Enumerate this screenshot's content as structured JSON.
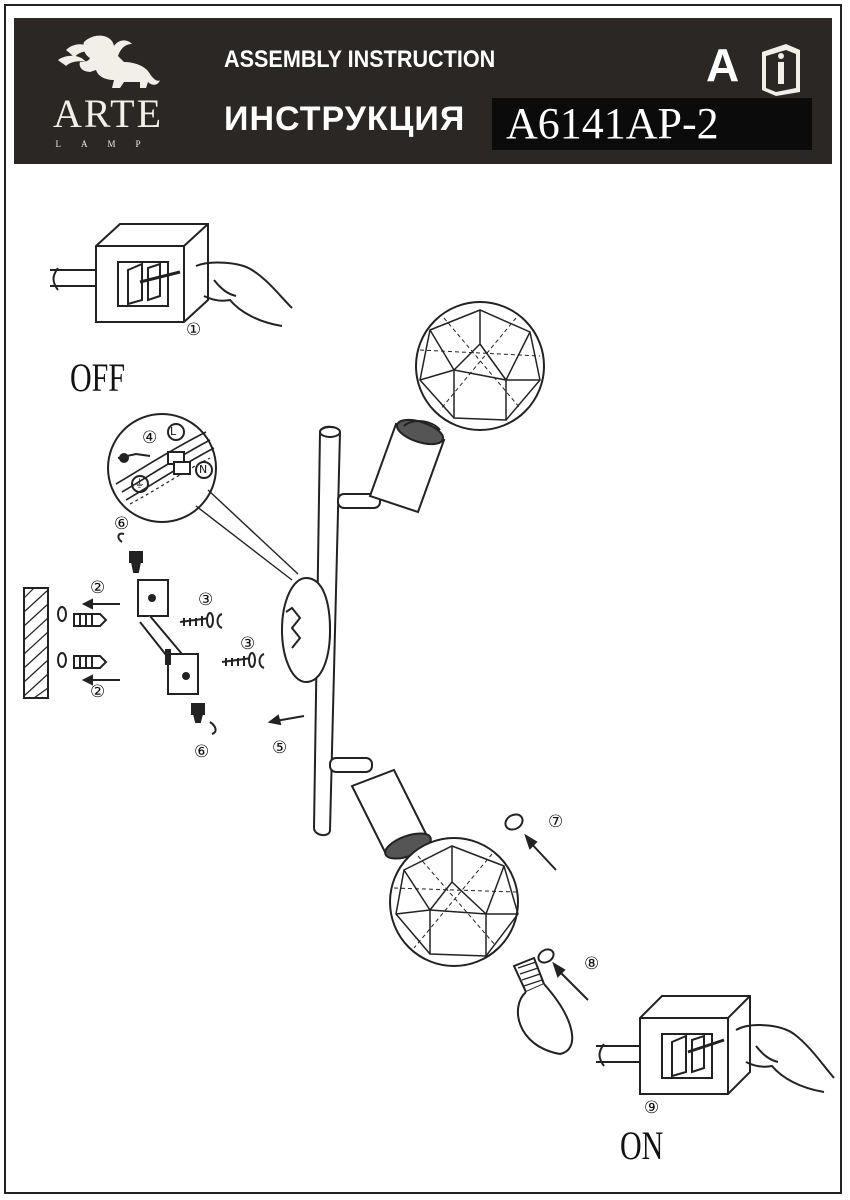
{
  "header": {
    "brand": "ARTE",
    "brand_sub": "LAMP",
    "title_en": "ASSEMBLY INSTRUCTION",
    "title_ru": "ИНСТРУКЦИЯ",
    "model": "A6141AP-2",
    "lang_letter": "A",
    "info_icon": "info-book-icon"
  },
  "labels": {
    "off": "OFF",
    "on": "ON"
  },
  "steps": {
    "s1": "①",
    "s2a": "②",
    "s2b": "②",
    "s3a": "③",
    "s3b": "③",
    "s4": "④",
    "s5": "⑤",
    "s6a": "⑥",
    "s6b": "⑥",
    "s7": "⑦",
    "s8": "⑧",
    "s9": "⑨"
  },
  "wires": {
    "live": "L",
    "neutral": "N",
    "ground": "⏚"
  },
  "colors": {
    "header_bg": "#2a2725",
    "model_bg": "#0b0b0b",
    "line": "#222222"
  }
}
